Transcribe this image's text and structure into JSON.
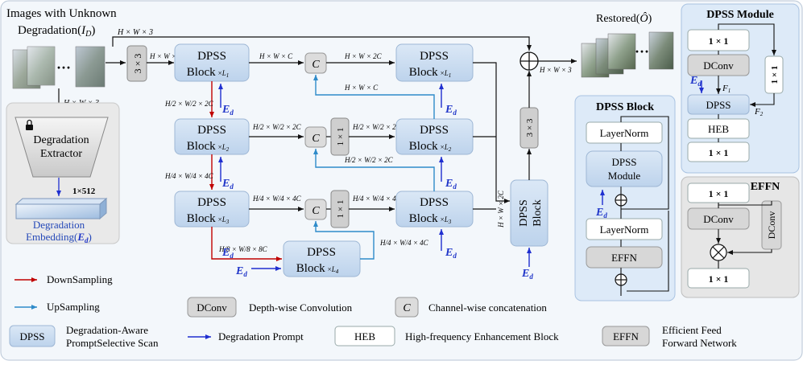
{
  "input": {
    "title_line1": "Images with Unknown",
    "title_line2": "Degradation(",
    "title_var": "I",
    "title_sub": "D",
    "title_close": ")",
    "dim": "H × W × 3"
  },
  "output": {
    "title": "Restored(",
    "title_var": "Ô",
    "title_close": ")",
    "dim": "H × W × 3"
  },
  "extractor": {
    "label_line1": "Degradation",
    "label_line2": "Extractor",
    "dim_in": "H × W × 3",
    "emb_dim": "1×512",
    "emb_line1": "Degradation",
    "emb_line2": "Embedding(",
    "emb_var": "E",
    "emb_sub": "d",
    "emb_close": ")"
  },
  "conv3x3": "3 × 3",
  "conv1x1": "1 × 1",
  "concat": "C",
  "dpss_line1": "DPSS",
  "block_word": "Block",
  "ed_var": "E",
  "ed_sub": "d",
  "times": "×",
  "L": "L",
  "level_subs": [
    "1",
    "2",
    "3",
    "4"
  ],
  "dims": {
    "hwc": "H × W × C",
    "hw2c": "H × W × 2C",
    "half": "H/2 × W/2 × 2C",
    "quarter": "H/4 × W/4 × 4C",
    "eighth": "H/8 × W/8 × 8C"
  },
  "dpss_block_panel": {
    "title": "DPSS Block",
    "layernorm": "LayerNorm",
    "module_line1": "DPSS",
    "module_line2": "Module",
    "effn": "EFFN"
  },
  "dpss_module_panel": {
    "title": "DPSS Module",
    "conv1": "1 × 1",
    "dconv": "DConv",
    "dpss": "DPSS",
    "heb": "HEB",
    "f1": "F",
    "f1_sub": "1",
    "f2": "F",
    "f2_sub": "2"
  },
  "effn_panel": {
    "title": "EFFN",
    "conv1": "1 × 1",
    "dconv": "DConv"
  },
  "legend": {
    "downsampling": "DownSampling",
    "upsampling": "UpSampling",
    "dconv_box": "DConv",
    "dconv_desc": "Depth-wise Convolution",
    "concat_box": "C",
    "concat_desc": "Channel-wise concatenation",
    "dpss_box": "DPSS",
    "dpss_desc_line1": "Degradation-Aware",
    "dpss_desc_line2": "PromptSelective Scan",
    "prompt_desc": "Degradation Prompt",
    "heb_box": "HEB",
    "heb_desc": "High-frequency Enhancement Block",
    "effn_box": "EFFN",
    "effn_desc_line1": "Efficient Feed",
    "effn_desc_line2": "Forward Network"
  },
  "colors": {
    "block_fill": "#cfe0f3",
    "panel_fill": "#ddeaf8",
    "gray_panel": "#e6e6e6",
    "down_arrow": "#c00000",
    "up_arrow": "#2e8bc9",
    "prompt_arrow": "#1f2fd0",
    "ed_text": "#1f35c8"
  }
}
